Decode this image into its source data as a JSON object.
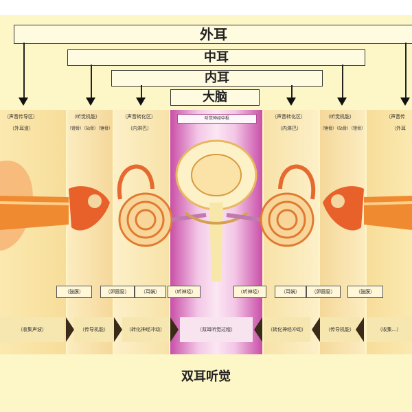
{
  "levels": {
    "outer_ear": "外耳",
    "middle_ear": "中耳",
    "inner_ear": "内耳",
    "brain": "大脑"
  },
  "caption": "双耳听觉",
  "brain_panel_label": "听觉神经中枢",
  "left": {
    "section1": "（声音传导区）",
    "sub1": "（外耳道）",
    "section2": "（听觉机能）",
    "sub2": "（镫骨）（砧骨）（锤骨）",
    "section3": "（声音转化区）",
    "sub3": "（内淋巴）",
    "parts": [
      "（鼓膜）",
      "（卵圆窗）",
      "（耳蜗）",
      "（听神经）"
    ],
    "steps": [
      "（收集声波）",
      "（传导机能）",
      "（转化神经冲动）"
    ]
  },
  "center_step": "（双耳听觉过程）",
  "right": {
    "section3": "（声音转化区）",
    "sub3": "（内淋巴）",
    "section2": "（听觉机能）",
    "sub2": "（锤骨）（砧骨）（镫骨）",
    "section1": "（声音传",
    "sub1": "（外耳",
    "parts": [
      "（听神经）",
      "（耳蜗）",
      "（卵圆窗）",
      "（鼓膜）"
    ],
    "steps": [
      "（转化神经冲动）",
      "（传导机能）",
      "（收集...）"
    ]
  },
  "colors": {
    "background": "#fdf6c6",
    "brain_panel": "#d870b8",
    "ear_orange": "#f08a30",
    "bone": "#f4d6a0"
  }
}
